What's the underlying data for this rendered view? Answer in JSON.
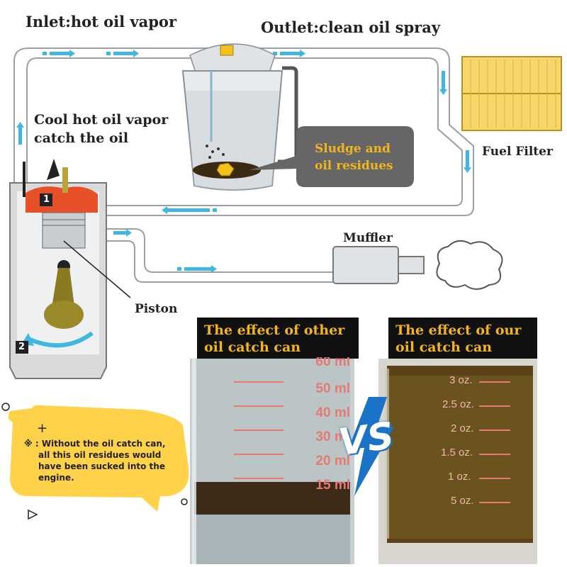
{
  "labels": {
    "inlet": "Inlet:hot oil vapor",
    "outlet": "Outlet:clean oil spray",
    "cool_line1": "Cool hot oil vapor",
    "cool_line2": "catch the oil",
    "fuel_filter": "Fuel Filter",
    "muffler": "Muffler",
    "piston": "Piston",
    "sludge_line1": "Sludge and",
    "sludge_line2": "oil residues",
    "step1": "1",
    "step2": "2"
  },
  "comparison": {
    "other_line1": "The effect of other",
    "other_line2": "oil catch can",
    "ours_line1": "The effect of our",
    "ours_line2": "oil catch can",
    "vs": "VS",
    "ml_marks": [
      "60 ml",
      "50 ml",
      "40 ml",
      "30 ml",
      "20 ml",
      "15 ml"
    ],
    "oz_marks": [
      "3 oz.",
      "2.5 oz.",
      "2 oz.",
      "1.5 oz.",
      "1 oz.",
      "5 oz."
    ]
  },
  "note": {
    "plus": "+",
    "line1": "※ : Without the oil catch can,",
    "line2": "all this oil residues would",
    "line3": "have been sucked into the",
    "line4": "engine."
  },
  "colors": {
    "accent_orange": "#f2b51c",
    "pipe_arrow_blue": "#3fb7e0",
    "sticky_yellow": "#ffd24a"
  }
}
